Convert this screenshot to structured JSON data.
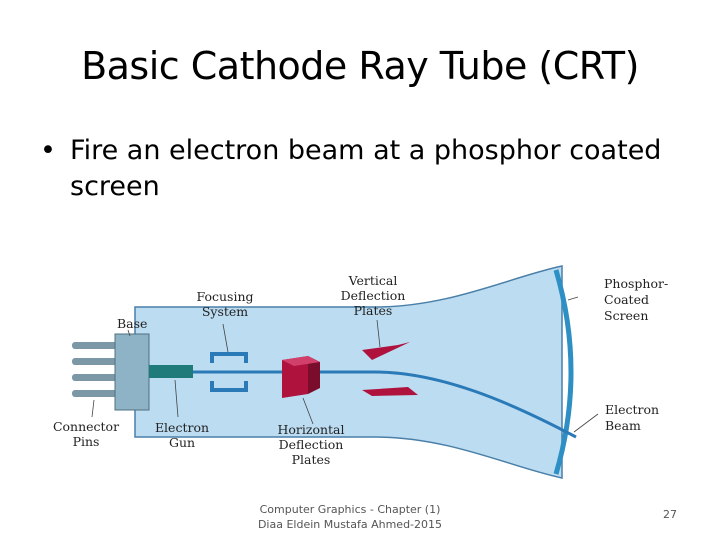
{
  "slide": {
    "title": "Basic Cathode Ray Tube (CRT)",
    "bullet_symbol": "•",
    "bullet": "Fire an electron beam at a phosphor coated screen"
  },
  "diagram": {
    "labels": {
      "base": "Base",
      "focusing_line1": "Focusing",
      "focusing_line2": "System",
      "vertical_line1": "Vertical",
      "vertical_line2": "Deflection",
      "vertical_line3": "Plates",
      "phosphor_line1": "Phosphor-",
      "phosphor_line2": "Coated",
      "phosphor_line3": "Screen",
      "connector_line1": "Connector",
      "connector_line2": "Pins",
      "gun_line1": "Electron",
      "gun_line2": "Gun",
      "horizontal_line1": "Horizontal",
      "horizontal_line2": "Deflection",
      "horizontal_line3": "Plates",
      "beam_line1": "Electron",
      "beam_line2": "Beam"
    },
    "colors": {
      "tube_fill": "#bcdcf2",
      "tube_outline": "#4a7fa8",
      "beam": "#2a7ab8",
      "plates": "#b0123e",
      "phosphor": "#2e8fc4",
      "base": "#8eb3c6",
      "pins": "#7c98a6",
      "gun": "#1f7a7a"
    }
  },
  "footer": {
    "line1": "Computer Graphics - Chapter (1)",
    "line2": "Diaa Eldein Mustafa Ahmed-2015",
    "page_number": "27"
  }
}
